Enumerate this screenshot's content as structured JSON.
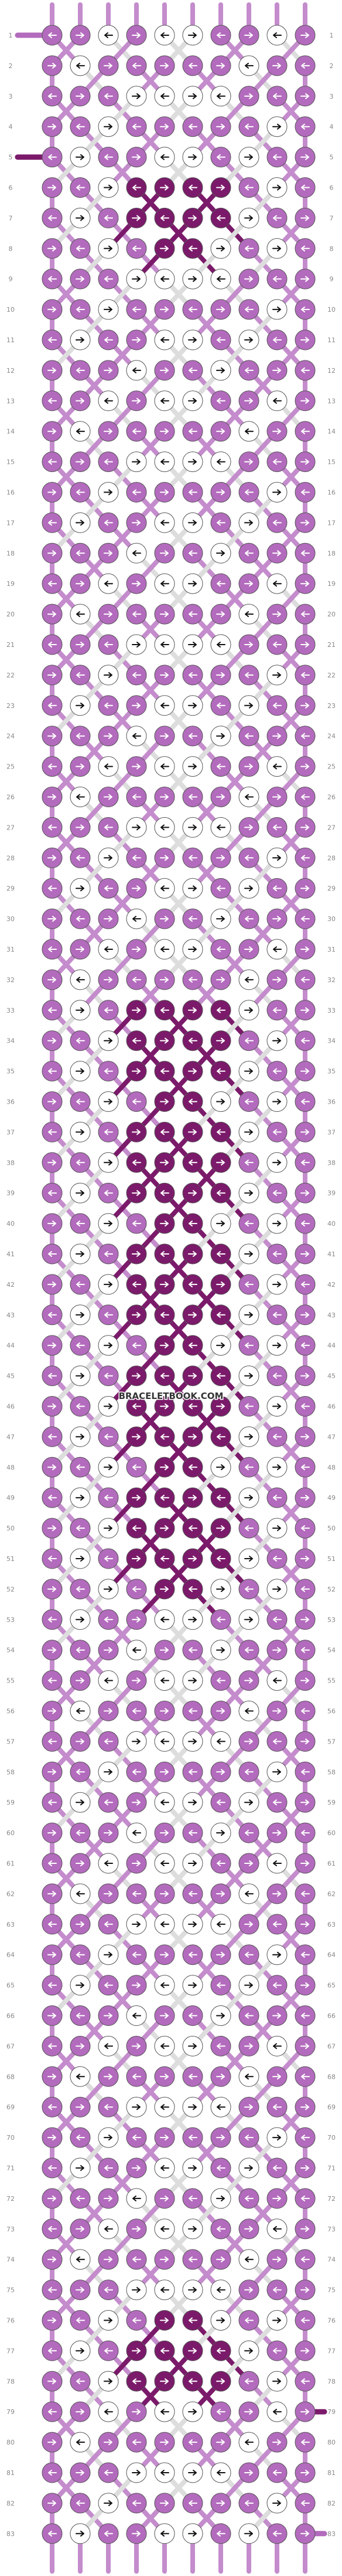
{
  "watermark": "BRACELETBOOK.COM",
  "colors": {
    "light": "#b36bbd",
    "dark": "#7b1a6a",
    "white": "#ffffff",
    "knot_outline": "#555555",
    "row_number": "#888888"
  },
  "rows": {
    "count": 83,
    "labels": [
      "1",
      "2",
      "3",
      "4",
      "5",
      "6",
      "7",
      "8",
      "9",
      "10",
      "11",
      "12",
      "13",
      "14",
      "15",
      "16",
      "17",
      "18",
      "19",
      "20",
      "21",
      "22",
      "23",
      "24",
      "25",
      "26",
      "27",
      "28",
      "29",
      "30",
      "31",
      "32",
      "33",
      "34",
      "35",
      "36",
      "37",
      "38",
      "39",
      "40",
      "41",
      "42",
      "43",
      "44",
      "45",
      "46",
      "47",
      "48",
      "49",
      "50",
      "51",
      "52",
      "53",
      "54",
      "55",
      "56",
      "57",
      "58",
      "59",
      "60",
      "61",
      "62",
      "63",
      "64",
      "65",
      "66",
      "67",
      "68",
      "69",
      "70",
      "71",
      "72",
      "73",
      "74",
      "75",
      "76",
      "77",
      "78",
      "79",
      "80",
      "81",
      "82",
      "83"
    ]
  },
  "strings": {
    "count": 10
  },
  "legend": {
    "knot_colors": [
      "light",
      "dark",
      "white"
    ],
    "arrow_icons": [
      "arrow-right-icon",
      "arrow-left-icon"
    ]
  }
}
